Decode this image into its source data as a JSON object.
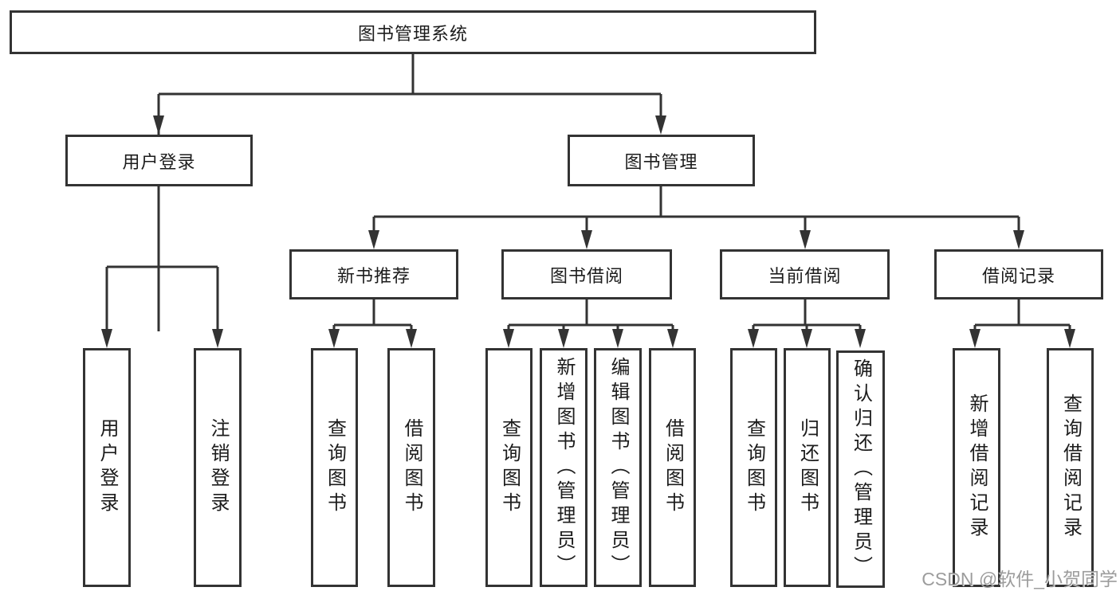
{
  "diagram": {
    "watermark": "CSDN @软件_小贺同学",
    "colors": {
      "line": "#333333",
      "box_border": "#333333",
      "text": "#1c1c1c",
      "background": "#ffffff",
      "watermark": "#9a9a9a"
    },
    "tree": {
      "root": {
        "label": "图书管理系统"
      },
      "branches": [
        {
          "label": "用户登录",
          "children": [
            "用户登录",
            "注销登录"
          ]
        },
        {
          "label": "图书管理",
          "children": [
            {
              "label": "新书推荐",
              "children": [
                "查询图书",
                "借阅图书"
              ]
            },
            {
              "label": "图书借阅",
              "children": [
                "查询图书",
                "新增图书（管理员）",
                "编辑图书（管理员）",
                "借阅图书"
              ]
            },
            {
              "label": "当前借阅",
              "children": [
                "查询图书",
                "归还图书",
                "确认归还（管理员）"
              ]
            },
            {
              "label": "借阅记录",
              "children": [
                "新增借阅记录",
                "查询借阅记录"
              ]
            }
          ]
        }
      ]
    }
  }
}
